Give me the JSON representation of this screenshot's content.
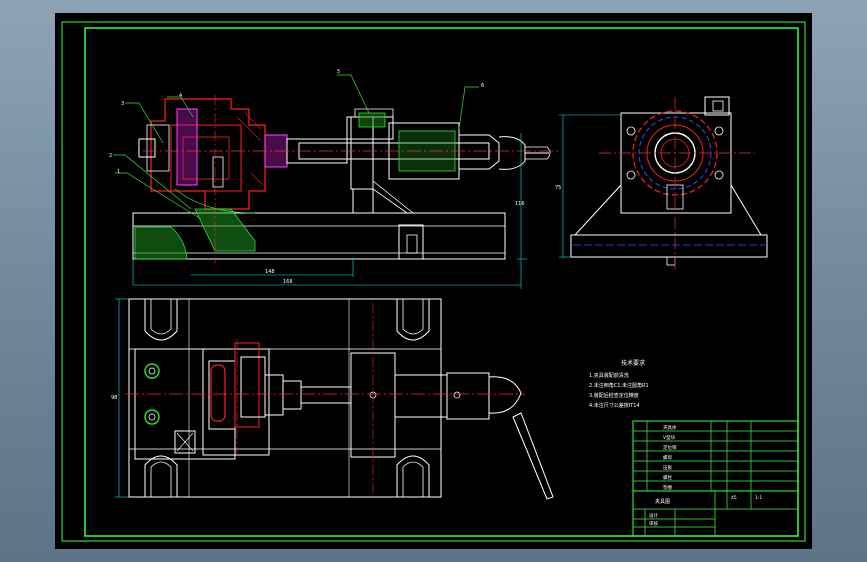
{
  "colors": {
    "background": "#000000",
    "frame": "#39ff3a",
    "outline": "#ffffff",
    "section": "#ff1f1f",
    "hatch": "#2ee62e",
    "center": "#ff2a2a",
    "dim": "#00e6e6",
    "part": "#ff40ff",
    "blue": "#3050ff"
  },
  "callouts": {
    "c1": "1",
    "c2": "2",
    "c3": "3",
    "c4": "4",
    "c5": "5",
    "c6": "6"
  },
  "dims": {
    "left_length": "148",
    "total_length": "168",
    "height": "116",
    "side_height": "75",
    "plan_width": "98"
  },
  "notes": {
    "title": "技术要求",
    "lines": [
      "1.夹具装配前清洗",
      "2.未注倒角C1,未注圆角R1",
      "3.装配后检查定位精度",
      "4.未注尺寸公差按IT14"
    ]
  },
  "title_block": {
    "row_labels": [
      "夹具体",
      "V型块",
      "定位销",
      "螺母",
      "压板",
      "螺栓",
      "垫圈"
    ],
    "sign": "审核",
    "designer": "设计",
    "material": "45",
    "scale": "1:1",
    "name": "夹具图"
  }
}
